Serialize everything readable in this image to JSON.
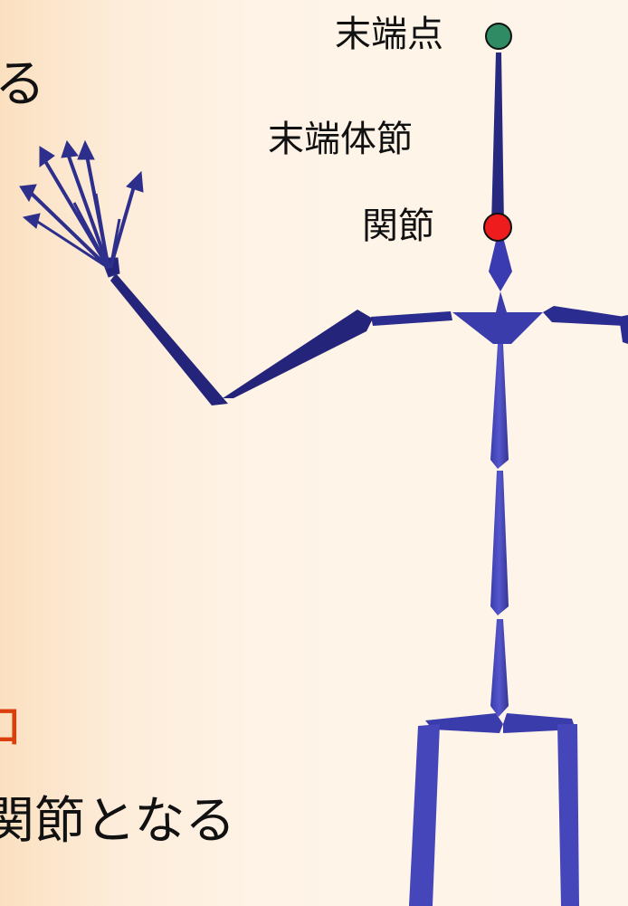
{
  "labels": {
    "end_point": "末端点",
    "end_segment": "末端体節",
    "joint": "関節"
  },
  "slide_text_fragments": {
    "top": "る",
    "accent": "ロ",
    "bottom": "関節となる"
  },
  "colors": {
    "bone": "#27287f",
    "bone_light": "#4b4cc2",
    "end_point_marker": "#2e8b64",
    "joint_marker": "#ee1c1c",
    "accent_text": "#d9400e"
  }
}
